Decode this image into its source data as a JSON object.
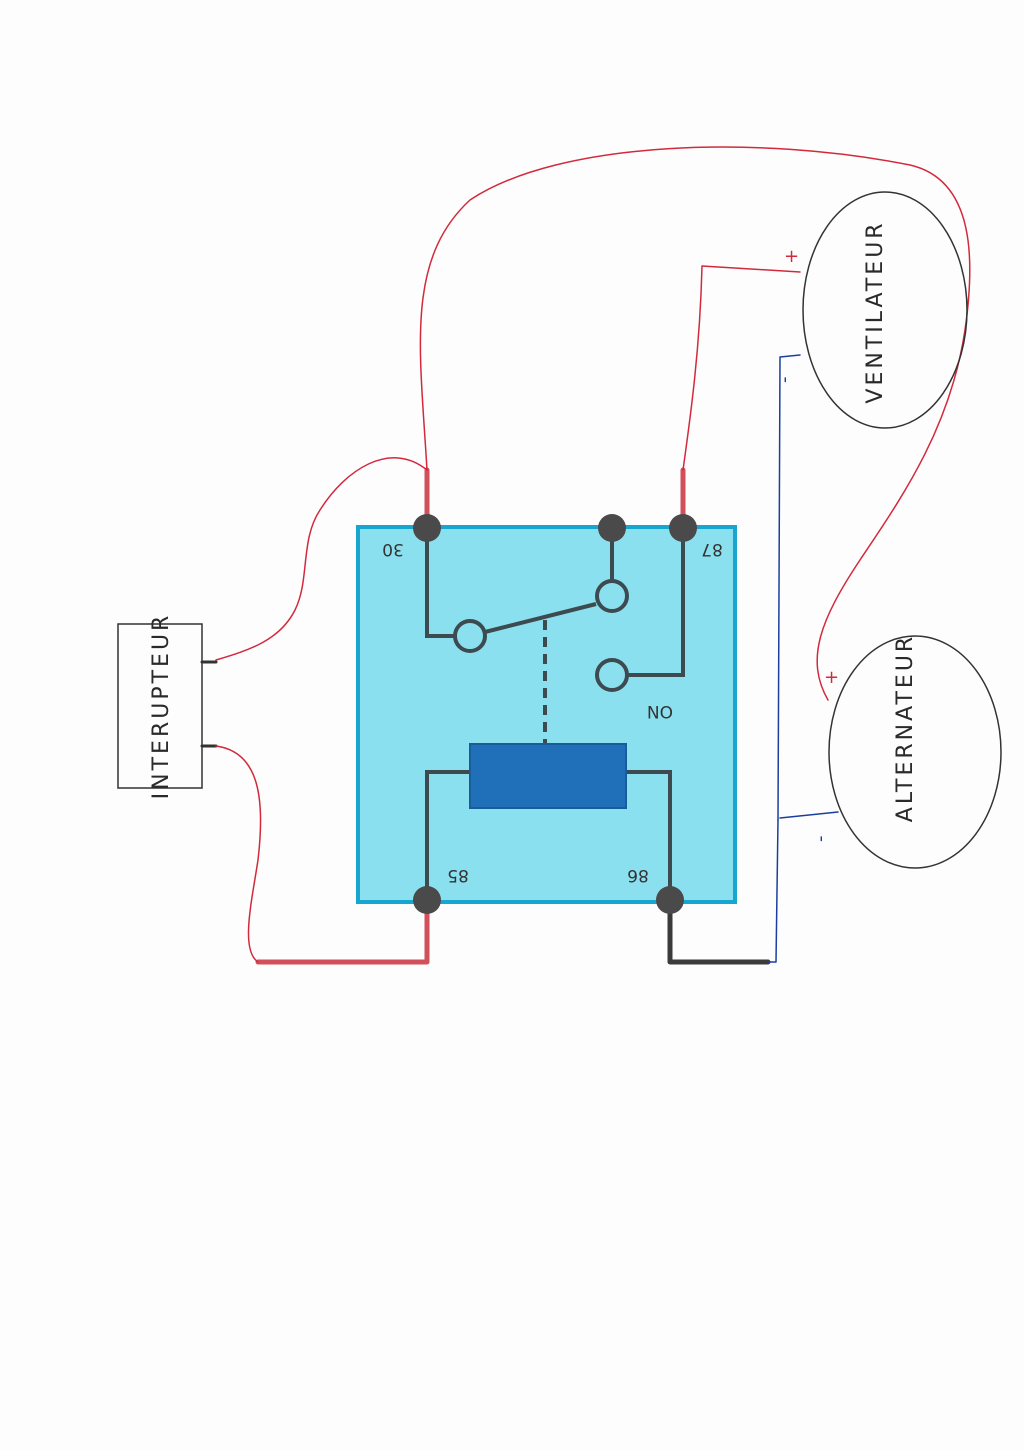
{
  "diagram": {
    "relay": {
      "pins": {
        "p30": "30",
        "p87": "87",
        "p85": "85",
        "p86": "86"
      },
      "contact_label": "ON"
    },
    "components": {
      "switch": "INTERUPTEUR",
      "fan": "VENTILATEUR",
      "alternator": "ALTERNATEUR"
    },
    "polarity": {
      "plus": "+",
      "minus": "-"
    },
    "colors": {
      "relay_fill": "#8be0ef",
      "relay_border": "#16a6d0",
      "coil": "#1f6fb9",
      "terminal": "#4a4a4a",
      "positive_wire": "#d22a3c",
      "negative_wire": "#1a3f9e",
      "ground_wire": "#3b3b3b"
    }
  }
}
